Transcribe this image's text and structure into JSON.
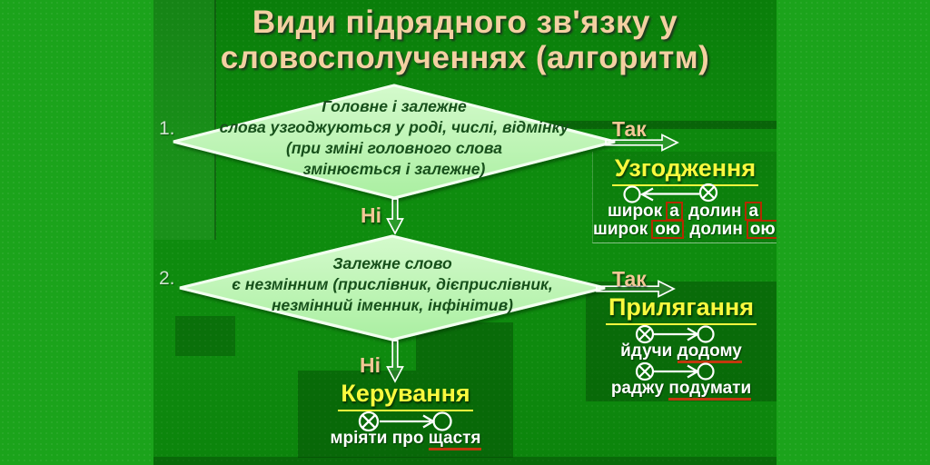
{
  "slide": {
    "title_line1": "Види підрядного зв'язку у",
    "title_line2": "словосполученнях (алгоритм)"
  },
  "flow": {
    "step1": {
      "number": "1.",
      "question": {
        "line1": "Головне і залежне",
        "line2": "слова узгоджуються у роді, числі, відмінку",
        "line3": "(при зміні головного слова",
        "line4": "змінюється і залежне)"
      },
      "yes_label": "Так",
      "no_label": "Ні"
    },
    "step2": {
      "number": "2.",
      "question": {
        "line1": "Залежне слово",
        "line2": "є незмінним (прислівник, дієприслівник,",
        "line3": "незмінний іменник, інфінітив)"
      },
      "yes_label": "Так",
      "no_label": "Ні"
    }
  },
  "results": {
    "agreement": {
      "heading": "Узгодження",
      "row1": {
        "word1": "широк",
        "ending1": "а",
        "word2": "долин",
        "ending2": "а"
      },
      "row2": {
        "word1": "широк",
        "ending1": "ою",
        "word2": "долин",
        "ending2": "ою"
      }
    },
    "adjoining": {
      "heading": "Прилягання",
      "example1": {
        "lead": "йдучи",
        "marked": "додому"
      },
      "example2": {
        "lead": "раджу",
        "marked": "подумати"
      }
    },
    "government": {
      "heading": "Керування",
      "example": {
        "lead": "мріяти про",
        "marked": "щастя"
      }
    }
  },
  "icons": {
    "main_word_symbol": "crossed-circle-icon",
    "dependent_word_symbol": "circle-icon"
  },
  "colors": {
    "side_bars": "#1ba31b",
    "slide_background": "#0e8c0e",
    "diamond_fill": "#bdf4b5",
    "title_text": "#f3d0a2",
    "yes_no_text": "#f2c796",
    "step_number_text": "#cfe2cf",
    "question_text": "#17501b",
    "heading_yellow": "#f9f93e",
    "example_text": "#ffffff",
    "ending_box_border": "#b52a00",
    "example_underline": "#c3380e",
    "dark_panel": "#0a6c0a"
  }
}
